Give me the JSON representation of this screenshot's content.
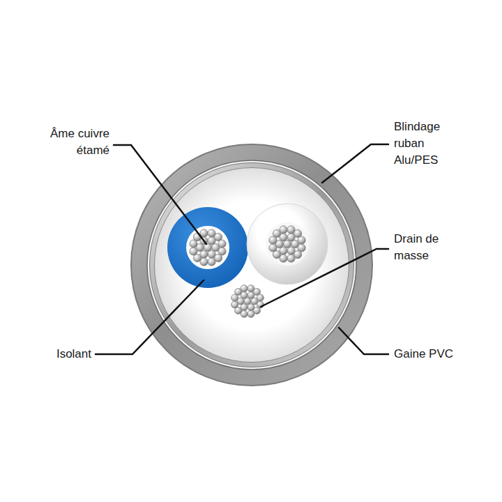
{
  "diagram": {
    "labels": [
      "Âme cuivre étamé",
      "Blindage ruban Alu/PES",
      "Drain de masse",
      "Isolant",
      "Gaine PVC"
    ]
  }
}
